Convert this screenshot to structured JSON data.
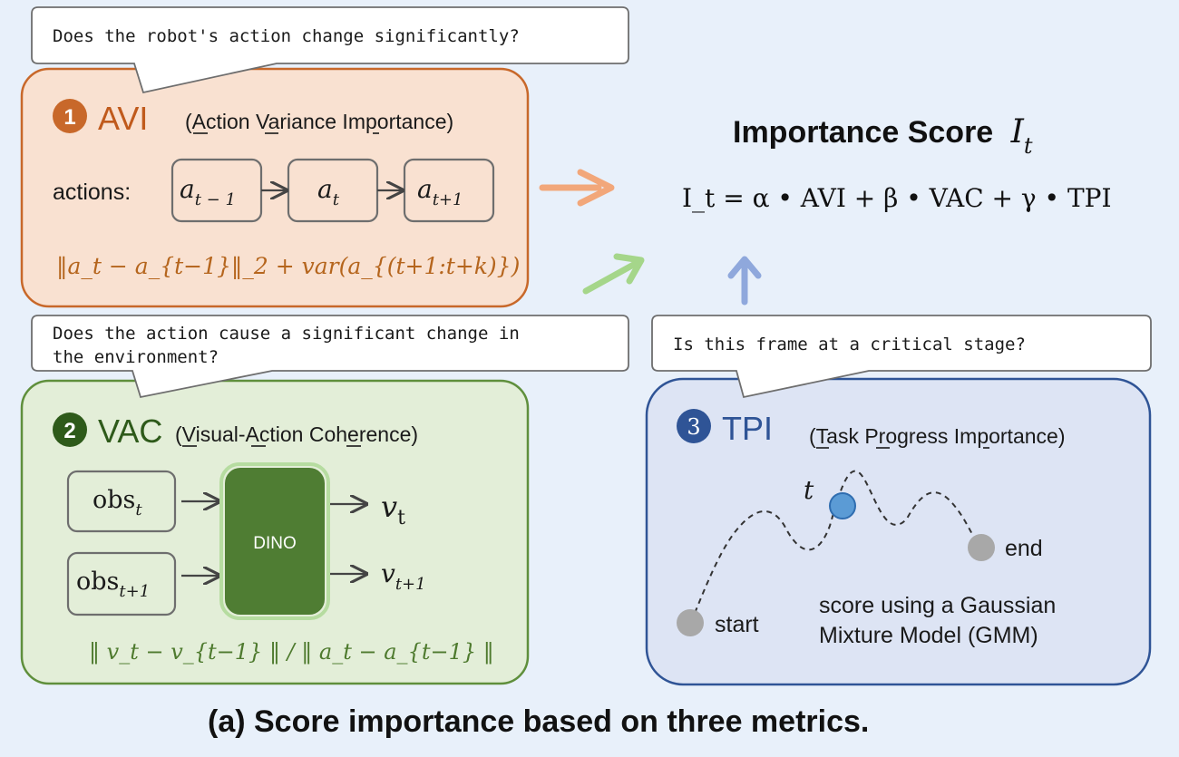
{
  "colors": {
    "background": "#e8f0fa",
    "avi_fill": "#f9e1d1",
    "avi_border": "#c8682a",
    "avi_text": "#c05a1c",
    "avi_formula": "#b5651d",
    "vac_fill": "#e3eed8",
    "vac_border": "#5f8f3c",
    "vac_text": "#2e5a1a",
    "vac_formula": "#4e7a2e",
    "dino_fill": "#4f7d33",
    "tpi_fill": "#dde4f4",
    "tpi_border": "#2f5496",
    "tpi_text": "#2f5496",
    "arrow_orange": "#f2a77a",
    "arrow_green": "#a5d68a",
    "arrow_blue": "#8fa8dc",
    "node_gray": "#a8a8a8",
    "node_blue": "#5b9bd5"
  },
  "avi": {
    "badge": "1",
    "title": "AVI",
    "subtitle": "(Action Variance Importance)",
    "question": "Does the robot's action change significantly?",
    "actions_label": "actions:",
    "action_nodes": [
      "a",
      "a",
      "a"
    ],
    "action_subs": [
      "t − 1",
      "t",
      "t+1"
    ],
    "formula": "‖a_t − a_{t−1}‖_2 + var(a_{(t+1:t+k)})"
  },
  "vac": {
    "badge": "2",
    "title": "VAC",
    "subtitle": "(Visual-Action Coherence)",
    "question_line1": "Does the action cause a significant change in",
    "question_line2": "the environment?",
    "obs_base": "obs",
    "obs_subs": [
      "t",
      "t+1"
    ],
    "model": "DINO",
    "output_base": "v",
    "output_subs": [
      "t",
      "t+1"
    ],
    "formula": "‖ v_t − v_{t−1} ‖ / ‖ a_t − a_{t−1} ‖"
  },
  "tpi": {
    "badge": "3",
    "title": "TPI",
    "subtitle": "(Task Progress Importance)",
    "question": "Is this frame at a critical stage?",
    "start_label": "start",
    "end_label": "end",
    "t_label": "t",
    "score_line1": "score using a Gaussian",
    "score_line2": "Mixture Model (GMM)"
  },
  "score": {
    "title": "Importance Score",
    "symbol": "I",
    "symbol_sub": "t",
    "equation": "I_t = α • AVI + β • VAC + γ • TPI"
  },
  "caption": "(a) Score importance based on three metrics."
}
